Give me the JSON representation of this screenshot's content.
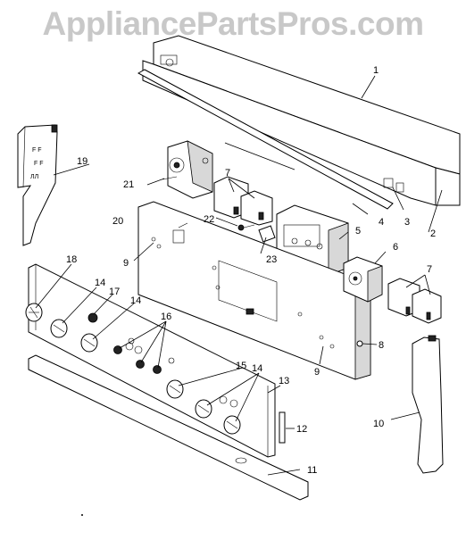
{
  "watermark": {
    "text": "AppliancePartsPros.com",
    "color": "#c8c8c8"
  },
  "callouts": {
    "c1": "1",
    "c2": "2",
    "c3": "3",
    "c4": "4",
    "c5": "5",
    "c6": "6",
    "c7a": "7",
    "c7b": "7",
    "c8": "8",
    "c9a": "9",
    "c9b": "9",
    "c10": "10",
    "c11": "11",
    "c12": "12",
    "c13": "13",
    "c14a": "14",
    "c14b": "14",
    "c14c": "14",
    "c15": "15",
    "c16": "16",
    "c17": "17",
    "c18": "18",
    "c19": "19",
    "c20": "20",
    "c21": "21",
    "c22": "22",
    "c23": "23"
  }
}
